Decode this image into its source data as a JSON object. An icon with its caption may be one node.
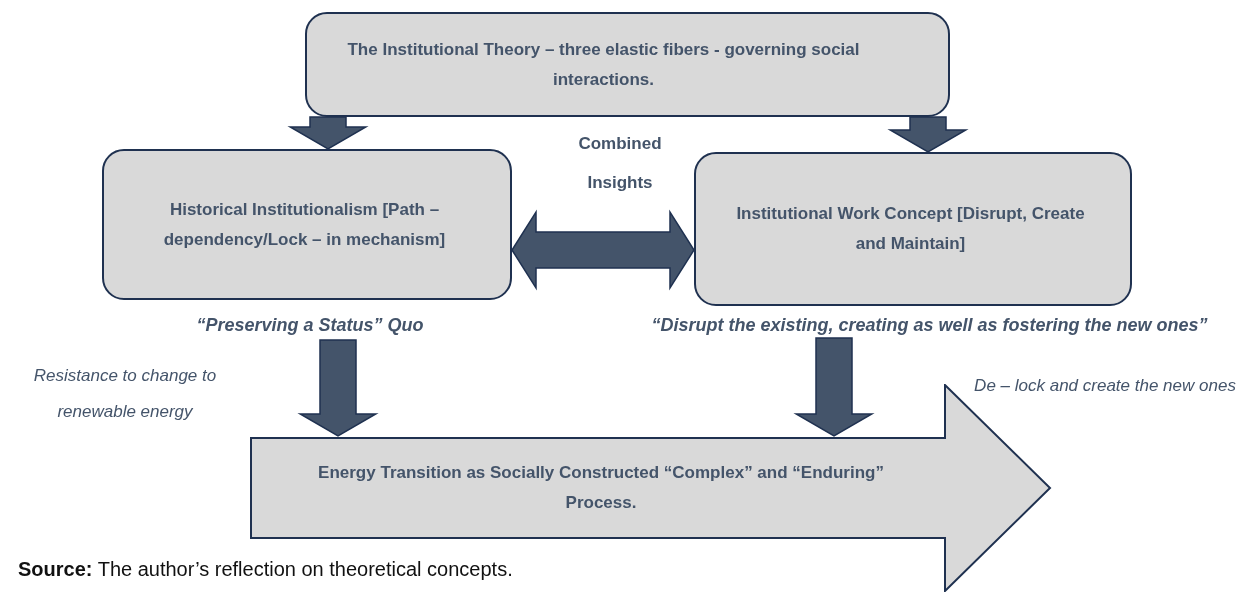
{
  "diagram": {
    "caption": "**Source:** The author’s reflection on theoretical concepts.",
    "nodes": [
      {
        "text": [
          "The Institutional Theory – three elastic fibers - governing social interactions."
        ]
      },
      {
        "text": [
          "Historical Institutionalism [Path – dependency/Lock – in mechanism]"
        ],
        "beside": [
          "“Preserving a Status” Quo"
        ]
      },
      {
        "text": [
          "Institutional Work Concept [Disrupt, Create and Maintain]"
        ],
        "beside": [
          "“Disrupt the existing, creating as well as fostering the new ones”"
        ]
      },
      {
        "text": [
          "Energy Transition as Socially Constructed “Complex” and “Enduring” Process."
        ]
      }
    ],
    "edges": [
      {
        "from": 0,
        "to": 1,
        "arrow": "to",
        "style": "thick"
      },
      {
        "from": 0,
        "to": 2,
        "arrow": "to",
        "style": "thick"
      },
      {
        "from": 1,
        "to": 2,
        "arrow": "both",
        "style": "thick"
      },
      {
        "from": 1,
        "to": 3,
        "arrow": "to",
        "style": "thick"
      },
      {
        "from": 2,
        "to": 3,
        "arrow": "to",
        "style": "thick"
      }
    ],
    "labels": [
      "Combined Insights",
      "Resistance to change to renewable energy",
      "De – lock and create the new ones"
    ]
  }
}
